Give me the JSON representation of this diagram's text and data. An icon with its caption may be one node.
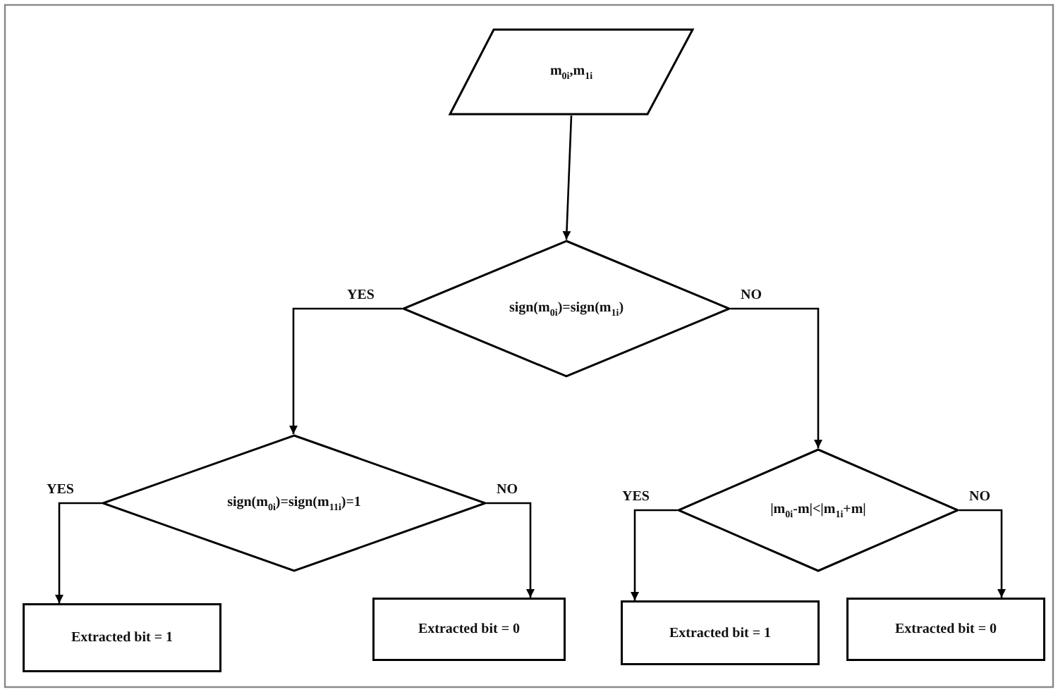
{
  "diagram": {
    "nodes": [
      {
        "text": [
          "m$_{0i}$,m$_{1i}$"
        ]
      },
      {
        "text": [
          "sign(m$_{0i}$)=sign(m$_{1i}$)"
        ]
      },
      {
        "text": [
          "sign(m$_{0i}$)=sign(m$_{11i}$)=1"
        ]
      },
      {
        "text": [
          "|m$_{0i}$-m|<|m$_{1i}$+m|"
        ]
      },
      {
        "text": [
          "Extracted bit = 1"
        ]
      },
      {
        "text": [
          "Extracted bit = 0"
        ]
      },
      {
        "text": [
          "Extracted bit = 1"
        ]
      },
      {
        "text": [
          "Extracted bit = 0"
        ]
      }
    ],
    "edges": [
      {
        "from": 0,
        "to": 1,
        "arrow": "to"
      },
      {
        "from": 1,
        "to": 2,
        "arrow": "to",
        "label": "YES"
      },
      {
        "from": 1,
        "to": 3,
        "arrow": "to",
        "label": "NO"
      },
      {
        "from": 2,
        "to": 4,
        "arrow": "to",
        "label": "YES"
      },
      {
        "from": 2,
        "to": 5,
        "arrow": "to",
        "label": "NO"
      },
      {
        "from": 3,
        "to": 6,
        "arrow": "to",
        "label": "YES"
      },
      {
        "from": 3,
        "to": 7,
        "arrow": "to",
        "label": "NO"
      }
    ]
  }
}
